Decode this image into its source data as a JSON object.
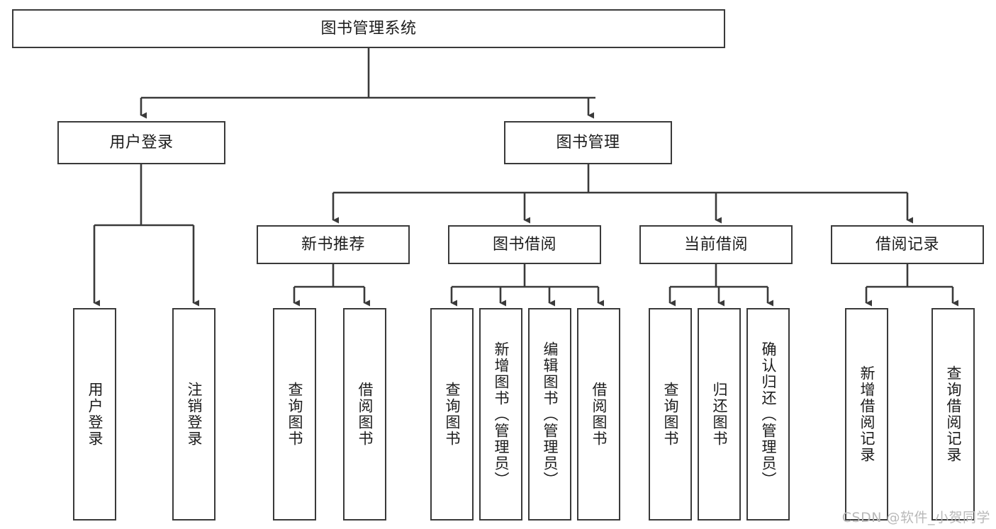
{
  "diagram": {
    "title": "图书管理系统",
    "type": "tree-hierarchy-functional-structure",
    "colors": {
      "box_border": "#3a3a3a",
      "box_fill": "#ffffff",
      "connector": "#3a3a3a",
      "text": "#1c1c1c",
      "watermark": "#b9b9b9",
      "background": "#ffffff"
    },
    "root": {
      "label": "图书管理系统"
    },
    "level2": [
      {
        "label": "用户登录"
      },
      {
        "label": "图书管理"
      }
    ],
    "level3": [
      {
        "label": "新书推荐"
      },
      {
        "label": "图书借阅"
      },
      {
        "label": "当前借阅"
      },
      {
        "label": "借阅记录"
      }
    ],
    "leaves": {
      "user_login": [
        {
          "label": "用户登录"
        },
        {
          "label": "注销登录"
        }
      ],
      "new_book_recommend": [
        {
          "label": "查询图书"
        },
        {
          "label": "借阅图书"
        }
      ],
      "book_borrow": [
        {
          "label": "查询图书"
        },
        {
          "label": "新增图书（管理员）"
        },
        {
          "label": "编辑图书（管理员）"
        },
        {
          "label": "借阅图书"
        }
      ],
      "current_borrow": [
        {
          "label": "查询图书"
        },
        {
          "label": "归还图书"
        },
        {
          "label": "确认归还（管理员）"
        }
      ],
      "borrow_record": [
        {
          "label": "新增借阅记录"
        },
        {
          "label": "查询借阅记录"
        }
      ]
    }
  },
  "watermark": {
    "text": "CSDN @软件_小贺同学"
  }
}
